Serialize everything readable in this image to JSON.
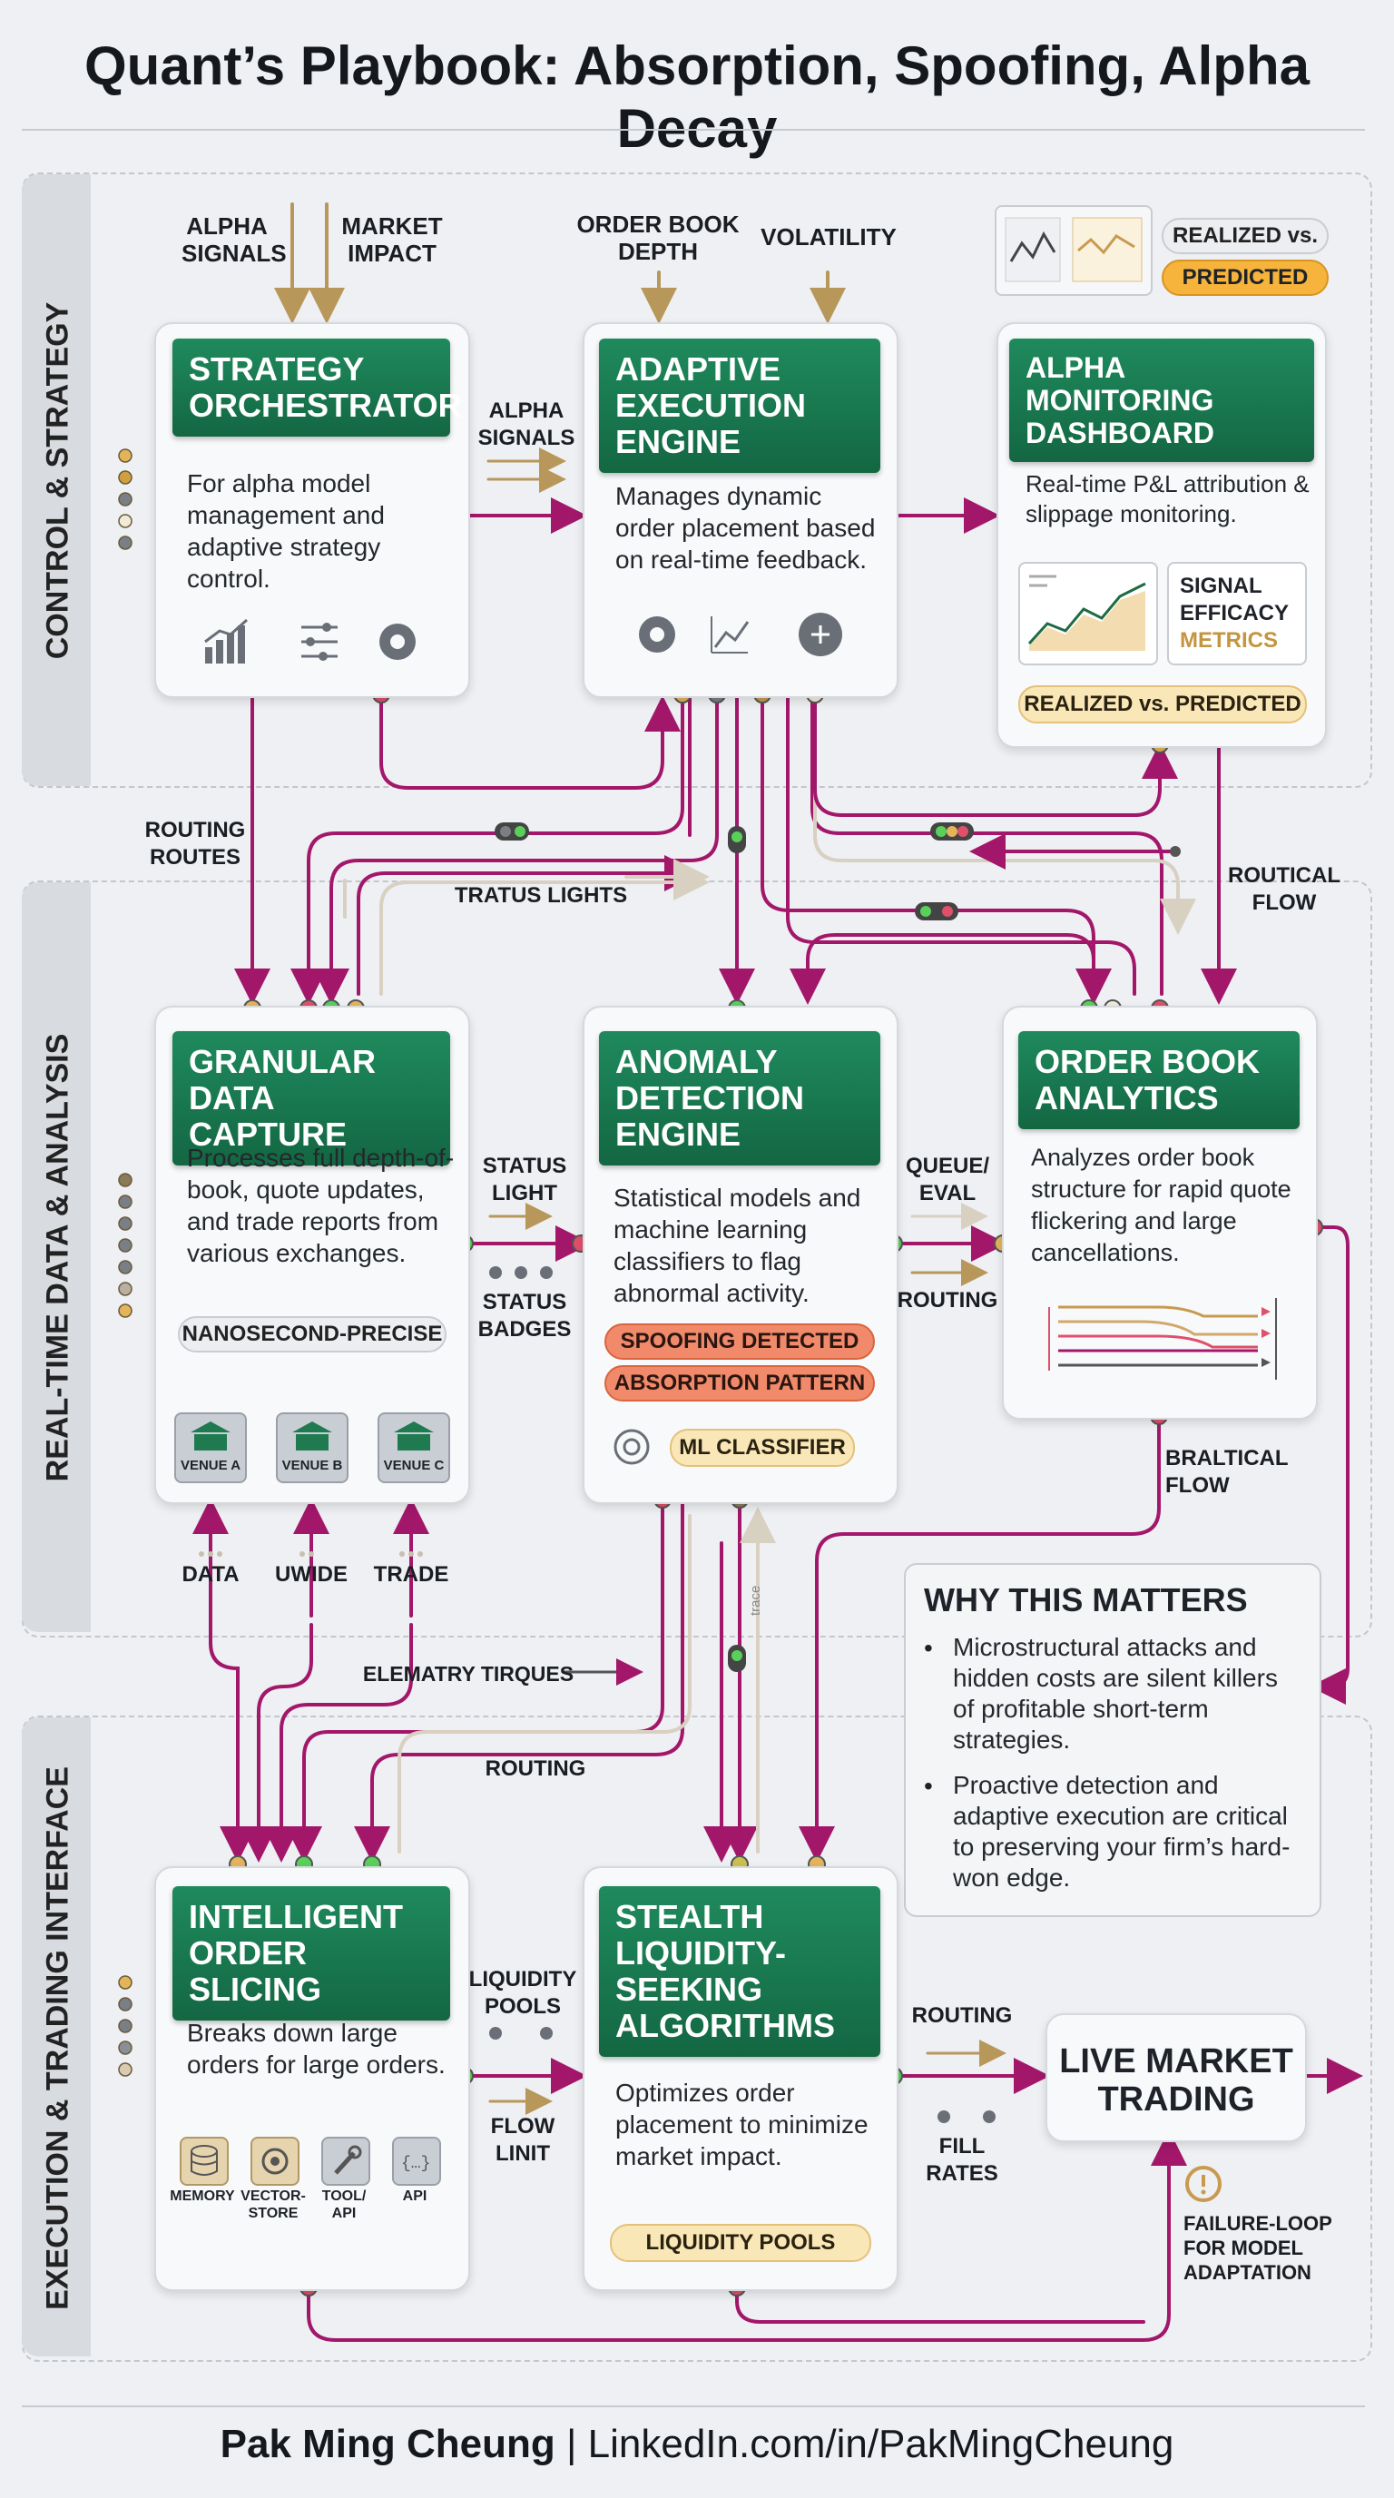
{
  "title": "Quant’s Playbook: Absorption, Spoofing, Alpha Decay",
  "bands": {
    "control": "CONTROL & STRATEGY",
    "realtime": "REAL-TIME DATA & ANALYSIS",
    "execution": "EXECUTION & TRADING INTERFACE"
  },
  "strategy": {
    "inputs": [
      "ALPHA\nSIGNALS",
      "MARKET\nIMPACT"
    ],
    "title": "STRATEGY ORCHESTRATOR",
    "desc": "For alpha model management and adaptive strategy control."
  },
  "adaptive": {
    "inputs": [
      "ORDER BOOK\nDEPTH",
      "VOLATILITY"
    ],
    "title": "ADAPTIVE EXECUTION ENGINE",
    "desc": "Manages dynamic order placement based on real-time feedback."
  },
  "alpha": {
    "title": "ALPHA MONITORING DASHBOARD",
    "desc": "Real-time P&L attribution & slippage monitoring.",
    "badge_top_1": "REALIZED vs.",
    "badge_top_2": "PREDICTED",
    "signal_1": "SIGNAL",
    "signal_2": "EFFICACY",
    "signal_3": "METRICS",
    "pill": "REALIZED vs. PREDICTED"
  },
  "granular": {
    "title": "GRANULAR DATA CAPTURE",
    "desc": "Processes full depth-of-book, quote updates, and trade reports from various exchanges.",
    "pill": "NANOSECOND-PRECISE",
    "venues": [
      "VENUE A",
      "VENUE B",
      "VENUE C"
    ]
  },
  "anomaly": {
    "title": "ANOMALY DETECTION ENGINE",
    "desc": "Statistical models and machine learning classifiers to flag abnormal activity.",
    "pill1": "SPOOFING DETECTED",
    "pill2": "ABSORPTION PATTERN",
    "pill3": "ML CLASSIFIER"
  },
  "orderbook": {
    "title": "ORDER BOOK ANALYTICS",
    "desc": "Analyzes order book structure for rapid quote flickering and large cancellations."
  },
  "slicing": {
    "title": "INTELLIGENT ORDER SLICING",
    "desc": "Breaks down large orders for large orders.",
    "tools": [
      "MEMORY",
      "VECTOR-\nSTORE",
      "TOOL/\nAPI",
      "API"
    ]
  },
  "stealth": {
    "title": "STEALTH LIQUIDITY-SEEKING ALGORITHMS",
    "desc": "Optimizes order placement to minimize market impact.",
    "pill": "LIQUIDITY POOLS"
  },
  "live": {
    "title": "LIVE MARKET TRADING"
  },
  "labels": {
    "alpha_signals": "ALPHA\nSIGNALS",
    "routing_routes": "ROUTING\nROUTES",
    "tratus": "TRATUS LIGHTS",
    "routical": "ROUTICAL\nFLOW",
    "status_light": "STATUS\nLIGHT",
    "status_badges": "STATUS\nBADGES",
    "queue_eval": "QUEUE/\nEVAL",
    "routing": "ROUTING",
    "braltical": "BRALTICAL\nFLOW",
    "data": "DATA",
    "uwide": "UWIDE",
    "trade": "TRADE",
    "elematry": "ELEMATRY TIRQUES",
    "trace": "trace",
    "routing2": "ROUTING",
    "liquidity_pools": "LIQUIDITY\nPOOLS",
    "flow_limit": "FLOW\nLINIT",
    "routing3": "ROUTING",
    "fill_rates": "FILL\nRATES",
    "failure": "FAILURE-LOOP\nFOR MODEL\nADAPTATION"
  },
  "why": {
    "title": "WHY THIS MATTERS",
    "b1": "Microstructural attacks and hidden costs are silent killers of profitable short-term strategies.",
    "b2": "Proactive detection and adaptive execution are critical to preserving your firm’s hard-won edge."
  },
  "footer": {
    "name": "Pak Ming Cheung",
    "sep": " | ",
    "link": "LinkedIn.com/in/PakMingCheung"
  },
  "colors": {
    "green": "#1a7a50",
    "magenta": "#a3176b",
    "tan": "#b8975a",
    "orange_pill": "#f08a6a",
    "yellow_pill": "#fae7b8"
  }
}
